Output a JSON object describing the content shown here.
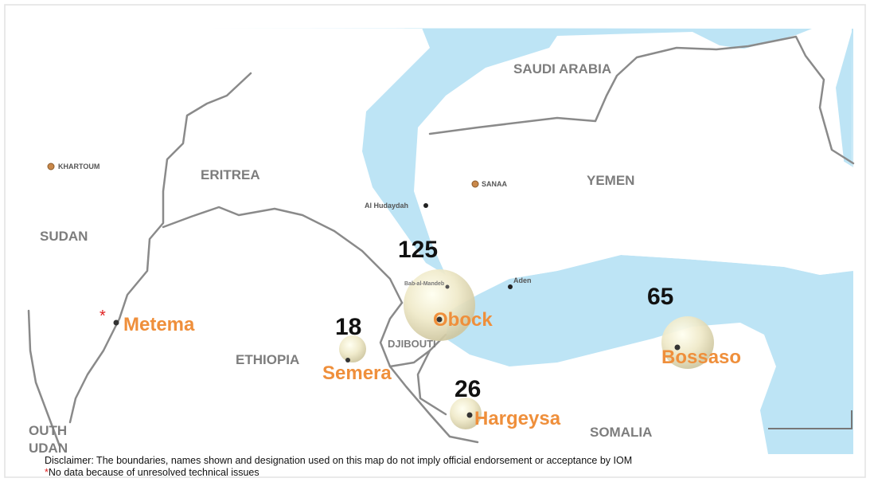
{
  "colors": {
    "sea": "#bde4f5",
    "land": "#ffffff",
    "border": "#8a8a8a",
    "city_orange": "#ef8f3b",
    "asterisk": "#e02020"
  },
  "countries": {
    "saudi_arabia": "SAUDI ARABIA",
    "yemen": "YEMEN",
    "eritrea": "ERITREA",
    "sudan": "SUDAN",
    "ethiopia": "ETHIOPIA",
    "djibouti": "DJIBOUTI",
    "somalia": "SOMALIA",
    "south_sudan_line1": "OUTH",
    "south_sudan_line2": "UDAN"
  },
  "places": {
    "khartoum": "KHARTOUM",
    "sanaa": "SANAA",
    "al_hudaydah": "Al Hudaydah",
    "aden": "Aden",
    "bab_al_mandeb": "Bab-al-Mandeb"
  },
  "monitoring_points": [
    {
      "name": "Obock",
      "count": "125"
    },
    {
      "name": "Bossaso",
      "count": "65"
    },
    {
      "name": "Hargeysa",
      "count": "26"
    },
    {
      "name": "Semera",
      "count": "18"
    },
    {
      "name": "Metema",
      "count": "",
      "marker": "*"
    }
  ],
  "footer": {
    "disclaimer": "Disclaimer: The boundaries, names shown and designation used on this map do not imply official endorsement or acceptance by IOM",
    "note_marker": "*",
    "note": "No data because of unresolved technical issues"
  }
}
